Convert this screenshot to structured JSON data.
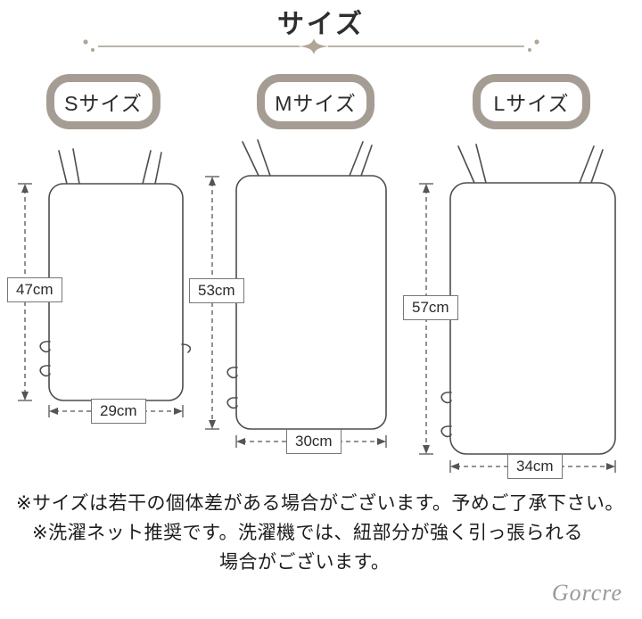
{
  "title": "サイズ",
  "sizes": [
    {
      "label": "Sサイズ",
      "height": "47cm",
      "width": "29cm"
    },
    {
      "label": "Mサイズ",
      "height": "53cm",
      "width": "30cm"
    },
    {
      "label": "Lサイズ",
      "height": "57cm",
      "width": "34cm"
    }
  ],
  "notes": {
    "line1": "※サイズは若干の個体差がある場合がございます。予めご了承下さい。",
    "line2": "※洗濯ネット推奨です。洗濯機では、紐部分が強く引っ張られる",
    "line3": "場合がございます。"
  },
  "brand": "Gorcre",
  "colors": {
    "badge_border": "#a59c93",
    "sparkle": "#b3a595",
    "illustration_line": "#4d4d4d",
    "dimension_line": "#555555",
    "text": "#1c1c1c"
  }
}
